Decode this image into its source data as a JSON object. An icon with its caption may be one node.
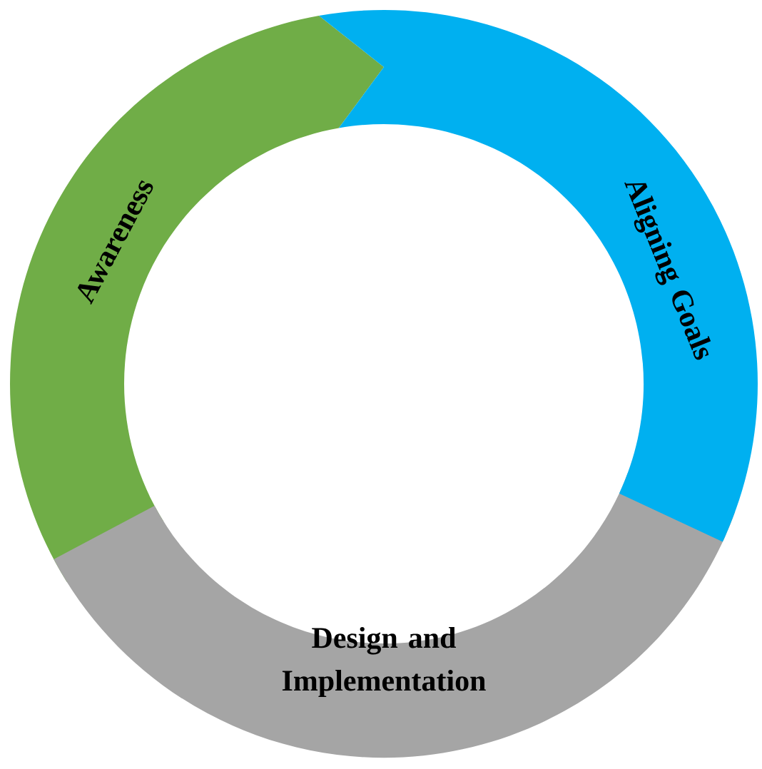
{
  "diagram": {
    "nodes": [
      {
        "text": [
          "Awareness"
        ]
      },
      {
        "text": [
          "Aligning Goals"
        ]
      },
      {
        "text": [
          "Design and Implementation"
        ]
      }
    ]
  }
}
